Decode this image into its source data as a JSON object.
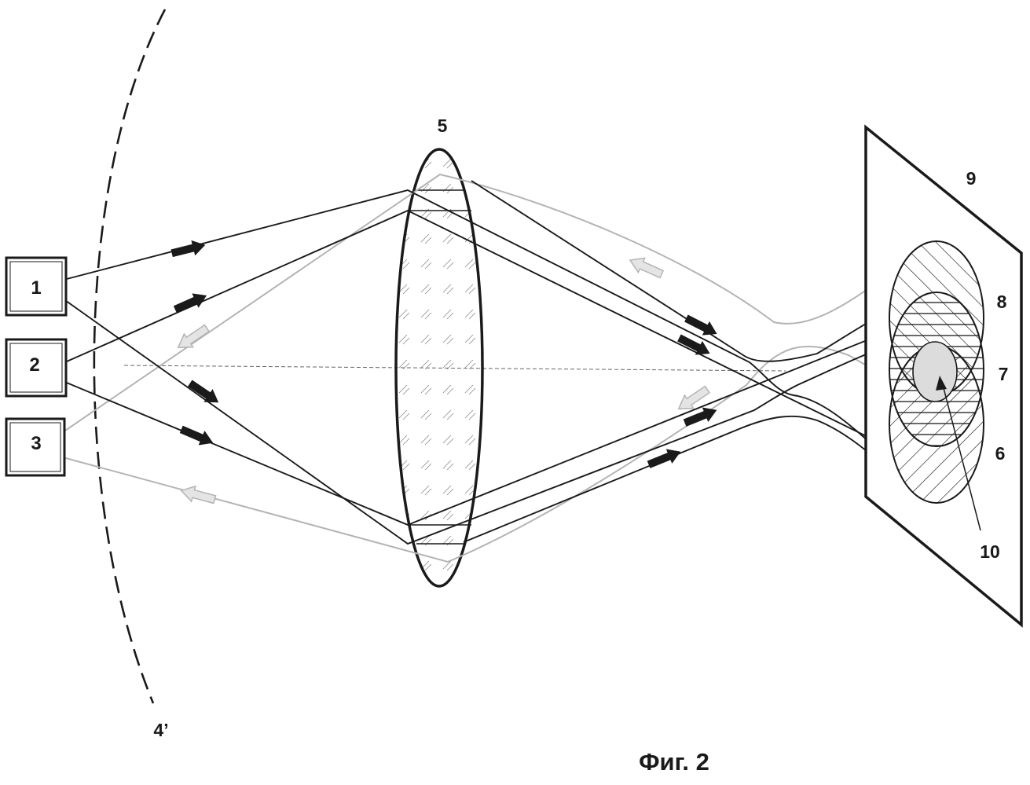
{
  "figure": {
    "caption": "Фиг. 2",
    "sources": [
      "1",
      "2",
      "3"
    ],
    "wavefront_label": "4’",
    "lens_label": "5",
    "screen_label": "9",
    "spot_labels": [
      "8",
      "7",
      "6"
    ],
    "center_spot_label": "10"
  },
  "colors": {
    "ink": "#1a1a1a",
    "reflected_ray": "#b4b4b4",
    "reflected_arrow_fill": "#e4e4e4",
    "center_spot_fill": "#dcdcdc"
  },
  "icons": {
    "forward_arrow": "thick-dark-arrow",
    "reverse_arrow": "hollow-gray-arrow"
  }
}
